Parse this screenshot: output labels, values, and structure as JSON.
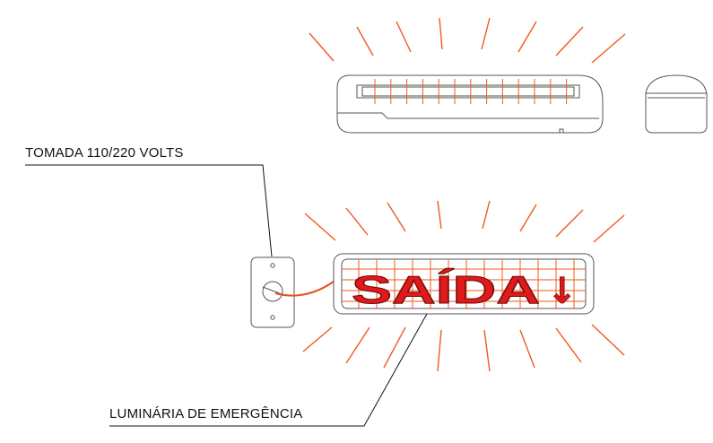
{
  "labels": {
    "socket": "TOMADA 110/220 VOLTS",
    "luminaire": "LUMINÁRIA DE EMERGÊNCIA"
  },
  "sign": {
    "text": "SAÍDA",
    "arrow": "↓"
  },
  "colors": {
    "outline": "#555555",
    "ray": "#f05a1e",
    "sign_text": "#e0191b",
    "cable": "#e8501e",
    "leader": "#111111"
  }
}
